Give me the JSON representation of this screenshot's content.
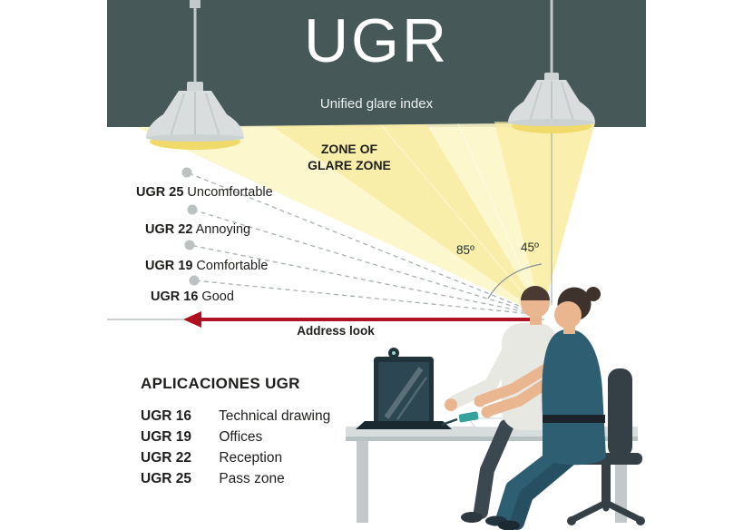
{
  "header": {
    "title": "UGR",
    "subtitle": "Unified glare index"
  },
  "zone_label": {
    "line1": "ZONE OF",
    "line2": "GLARE ZONE"
  },
  "scale": [
    {
      "ugr": "UGR 25",
      "desc": "Uncomfortable"
    },
    {
      "ugr": "UGR 22",
      "desc": "Annoying"
    },
    {
      "ugr": "UGR 19",
      "desc": "Comfortable"
    },
    {
      "ugr": "UGR 16",
      "desc": "Good"
    }
  ],
  "angles": {
    "wide": "85º",
    "narrow": "45º"
  },
  "gaze": {
    "label": "Address look"
  },
  "applications": {
    "title": "APLICACIONES UGR",
    "items": [
      {
        "ugr": "UGR 16",
        "label": "Technical drawing"
      },
      {
        "ugr": "UGR 19",
        "label": "Offices"
      },
      {
        "ugr": "UGR 22",
        "label": "Reception"
      },
      {
        "ugr": "UGR 25",
        "label": "Pass zone"
      }
    ]
  },
  "colors": {
    "header_bg": "#465857",
    "beam_light": "#fdf6c9",
    "beam_core": "#f8eba0",
    "lamp_glow": "#f0da6a",
    "arrow_red": "#b01020",
    "dress_teal": "#2d5e72",
    "text": "#1e1e1c"
  }
}
